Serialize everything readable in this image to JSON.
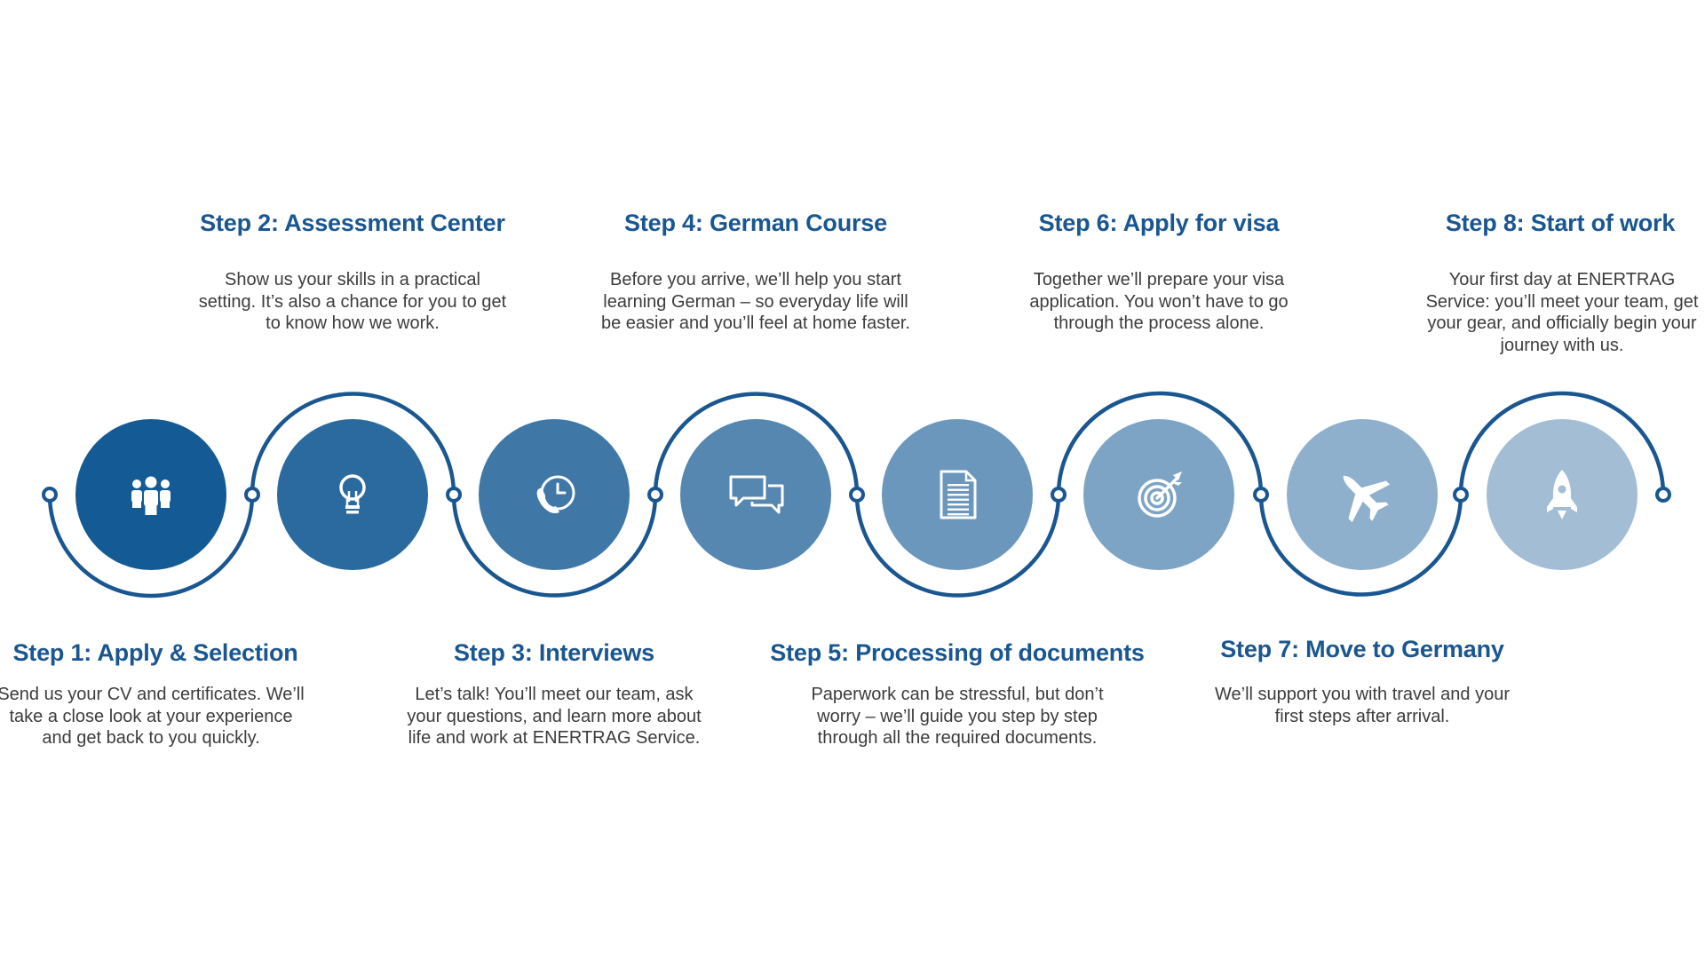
{
  "steps": [
    {
      "title": "Step 1: Apply & Selection",
      "description": "Send us your CV and certificates. We’ll take a close look at your experience and get back to you quickly.",
      "icon": "people-icon",
      "color": "#145a94"
    },
    {
      "title": "Step 2: Assessment Center",
      "description": "Show us your skills in a practical setting. It’s also a chance for you to get to know how we work.",
      "icon": "lightbulb-icon",
      "color": "#2a6a9f"
    },
    {
      "title": "Step 3: Interviews",
      "description": "Let’s talk! You’ll meet our team, ask your questions, and learn more about life and work at ENERTRAG Service.",
      "icon": "phone-clock-icon",
      "color": "#3f78a7"
    },
    {
      "title": "Step 4: German Course",
      "description": "Before you arrive, we’ll help you start learning German – so everyday life will be easier and you’ll feel at home faster.",
      "icon": "chat-bubbles-icon",
      "color": "#5587b1"
    },
    {
      "title": "Step 5: Processing of documents",
      "description": "Paperwork can be stressful, but don’t worry – we’ll guide you step by step through all the required documents.",
      "icon": "document-icon",
      "color": "#6b97bc"
    },
    {
      "title": "Step 6: Apply for visa",
      "description": "Together we’ll prepare your visa application. You won’t have to go through the process alone.",
      "icon": "target-icon",
      "color": "#7da4c4"
    },
    {
      "title": "Step 7: Move to Germany",
      "description": "We’ll support you with travel and your first steps after arrival.",
      "icon": "airplane-icon",
      "color": "#8eb0cc"
    },
    {
      "title": "Step 8: Start of work",
      "description": "Your first day at ENERTRAG Service: you’ll meet your team, get your gear, and officially begin your journey with us.",
      "icon": "rocket-icon",
      "color": "#a3bdd5"
    }
  ],
  "colors": {
    "line": "#1a5690",
    "text_title": "#1a5690",
    "text_body": "#3c3c3c"
  }
}
